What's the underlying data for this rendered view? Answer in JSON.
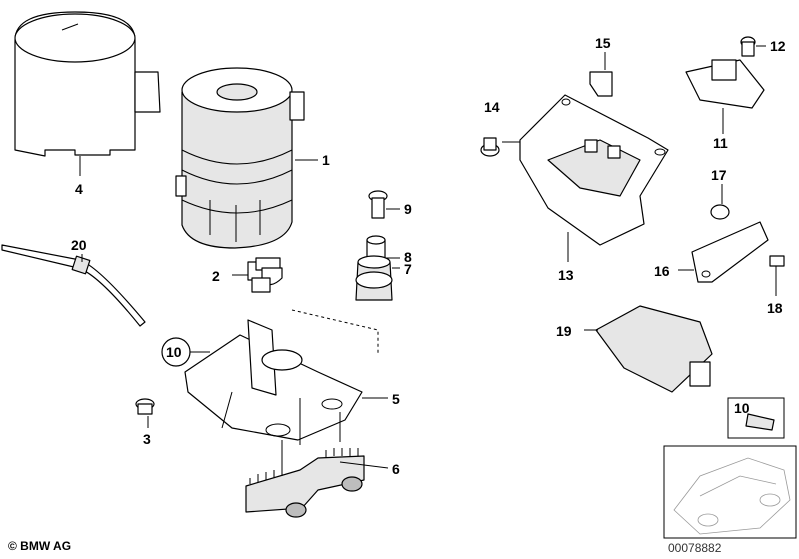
{
  "copyright": "© BMW AG",
  "diagram_id": "00078882",
  "callouts": {
    "c1": "1",
    "c2": "2",
    "c3": "3",
    "c4": "4",
    "c5": "5",
    "c6": "6",
    "c7": "7",
    "c8": "8",
    "c9": "9",
    "c10": "10",
    "c11": "11",
    "c12": "12",
    "c13": "13",
    "c14": "14",
    "c15": "15",
    "c16": "16",
    "c17": "17",
    "c18": "18",
    "c19": "19",
    "c20": "20",
    "inset": "10"
  }
}
